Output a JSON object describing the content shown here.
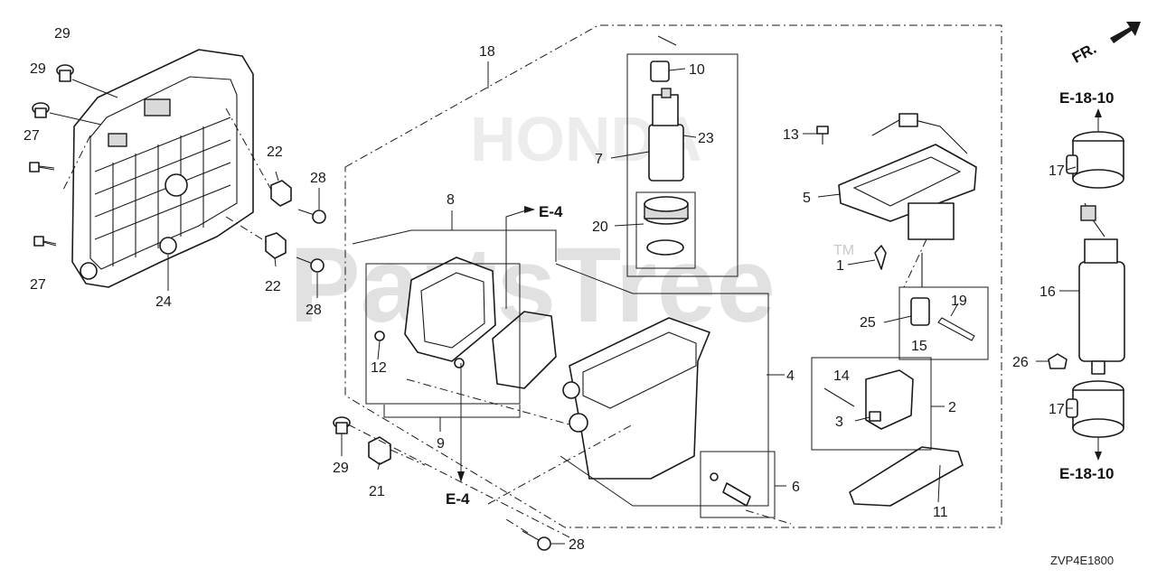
{
  "watermark": {
    "brand": "PartsTree",
    "trademark": "TM",
    "overlay_brand": "HONDA"
  },
  "diagram_code": "ZVP4E1800",
  "direction_label": "FR.",
  "references": {
    "e18_top": "E-18-10",
    "e18_bottom": "E-18-10",
    "e4_upper": "E-4",
    "e4_lower": "E-4"
  },
  "callouts": {
    "c1": "1",
    "c2": "2",
    "c3": "3",
    "c4": "4",
    "c5": "5",
    "c6": "6",
    "c7": "7",
    "c8": "8",
    "c9": "9",
    "c10": "10",
    "c11": "11",
    "c12": "12",
    "c13": "13",
    "c14": "14",
    "c15": "15",
    "c16": "16",
    "c17a": "17",
    "c17b": "17",
    "c18": "18",
    "c19": "19",
    "c20": "20",
    "c21": "21",
    "c22a": "22",
    "c22b": "22",
    "c23": "23",
    "c24": "24",
    "c25": "25",
    "c26": "26",
    "c27a": "27",
    "c27b": "27",
    "c28a": "28",
    "c28b": "28",
    "c28c": "28",
    "c29a": "29",
    "c29b": "29",
    "c29c": "29"
  }
}
